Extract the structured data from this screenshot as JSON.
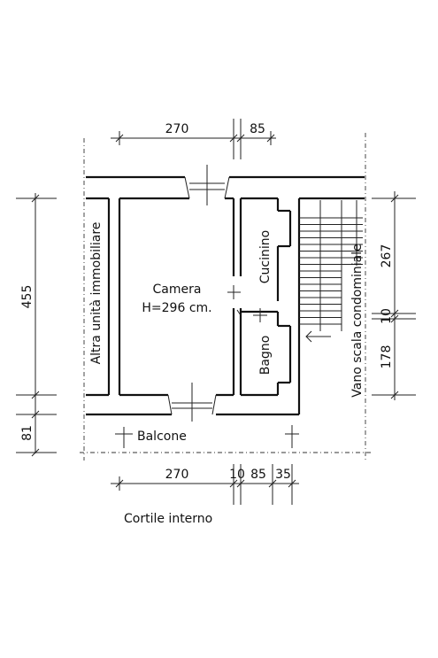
{
  "rooms": {
    "camera_name": "Camera",
    "camera_height": "H=296 cm.",
    "cucinino": "Cucinino",
    "bagno": "Bagno",
    "altra_unita": "Altra unità immobiliare",
    "vano_scala": "Vano scala condominiale",
    "balcone": "Balcone",
    "cortile": "Cortile interno"
  },
  "dimensions": {
    "top_camera": "270",
    "top_cucinino": "85",
    "bottom_camera": "270",
    "bottom_wall": "10",
    "bottom_bagno": "85",
    "bottom_end": "35",
    "left_height": "455",
    "left_balcone": "81",
    "right_upper": "267",
    "right_mid": "10",
    "right_lower": "178"
  }
}
